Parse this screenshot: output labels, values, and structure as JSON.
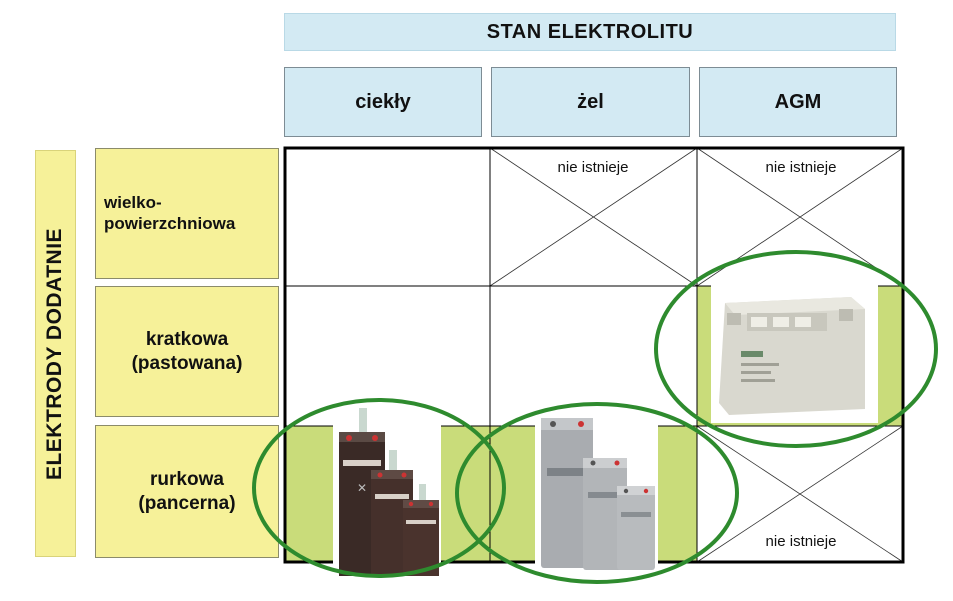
{
  "top_header": "STAN ELEKTROLITU",
  "columns": [
    "ciekły",
    "żel",
    "AGM"
  ],
  "side_header": "ELEKTRODY DODATNIE",
  "rows": [
    [
      "wielko-",
      "powierzchniowa"
    ],
    [
      "kratkowa",
      "(pastowana)"
    ],
    [
      "rurkowa",
      "(pancerna)"
    ]
  ],
  "cell_labels": {
    "r1_zel": "nie istnieje",
    "r1_agm": "nie istnieje",
    "r3_agm": "nie istnieje"
  },
  "colors": {
    "header_blue": "#d3eaf3",
    "header_yellow": "#f6f199",
    "highlight_fill": "#c9dc7a",
    "ellipse_stroke": "#2e8b2e",
    "grid_line": "#000000"
  },
  "icons": {
    "flooded_battery": "flooded-battery-icon",
    "gel_battery": "gel-battery-icon",
    "agm_battery": "agm-battery-icon"
  }
}
